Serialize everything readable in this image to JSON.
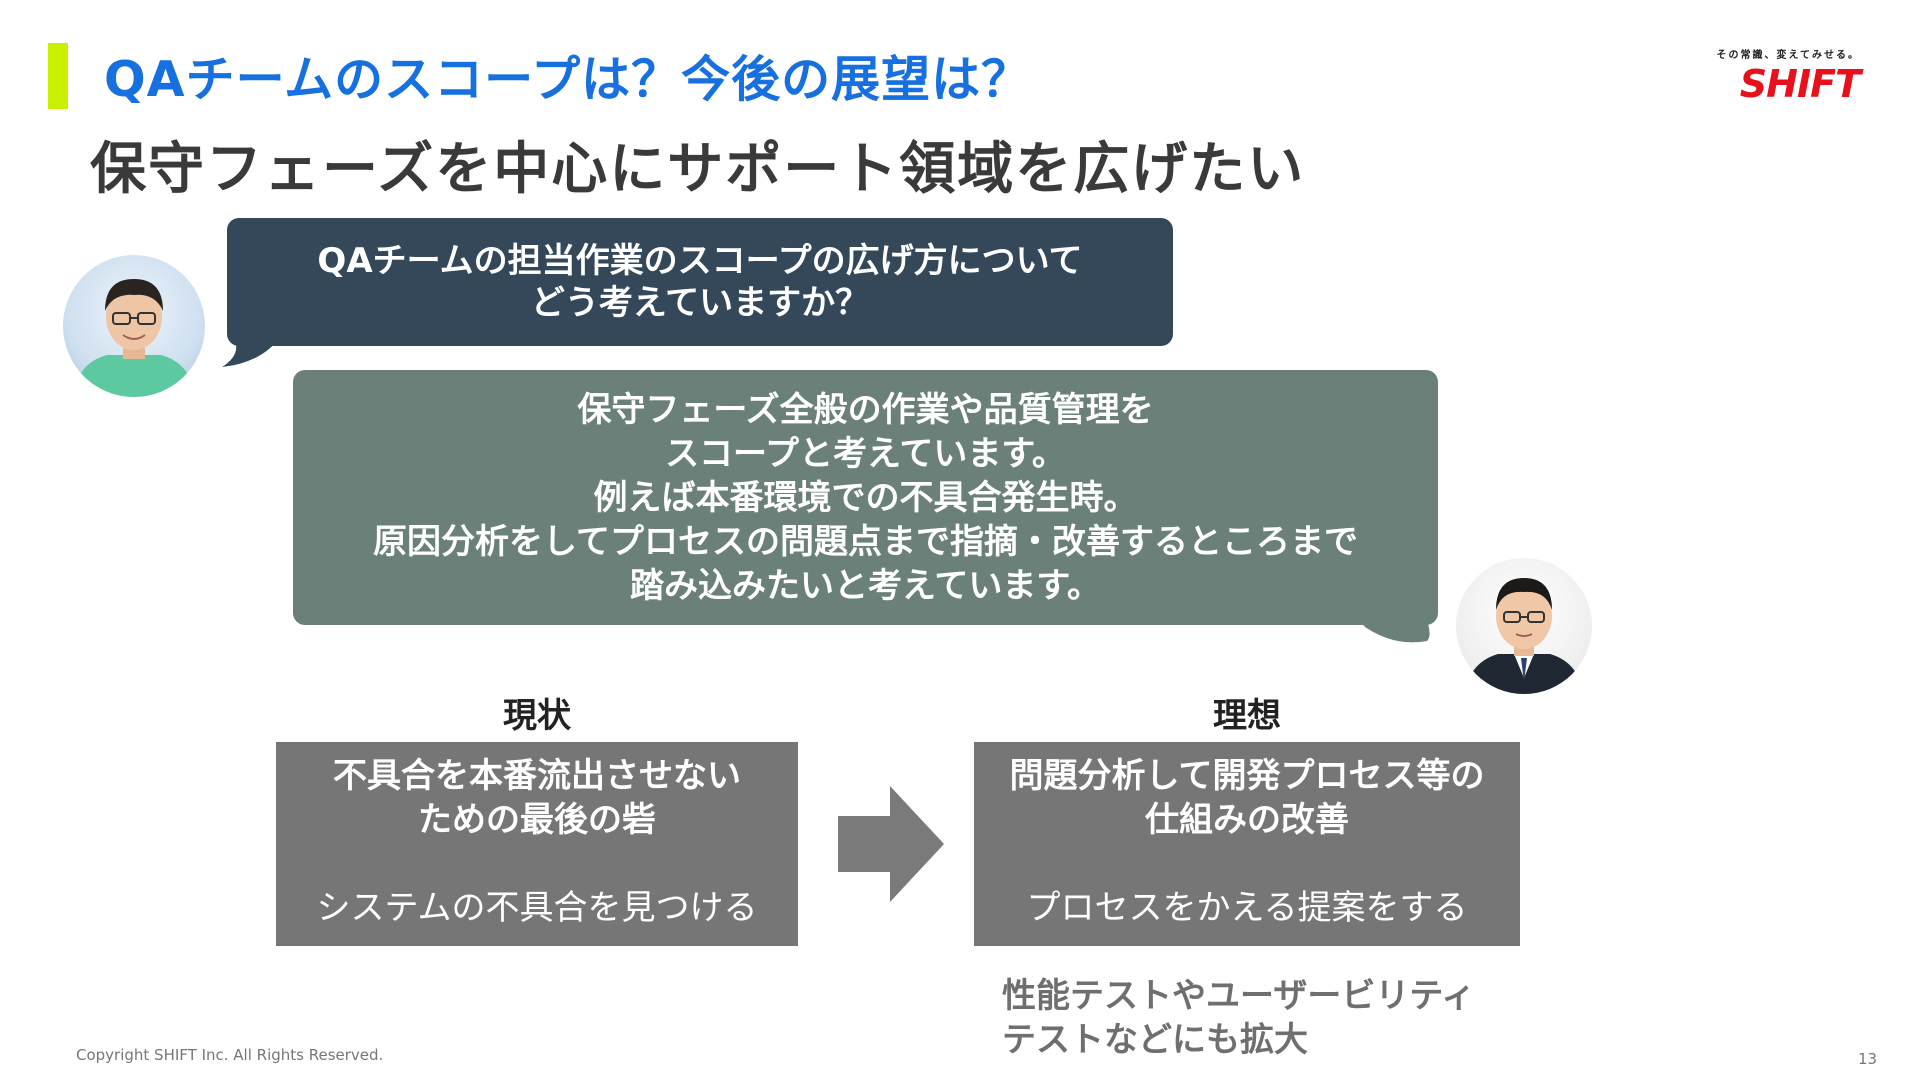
{
  "header": {
    "title": "QAチームのスコープは？今後の展望は？",
    "subtitle": "保守フェーズを中心にサポート領域を広げたい"
  },
  "logo": {
    "tagline": "その常識、変えてみせる。",
    "wordmark": "SHIFT",
    "color": "#e8101b"
  },
  "conversation": {
    "question_lines": [
      "QAチームの担当作業のスコープの広げ方について",
      "どう考えていますか？"
    ],
    "answer_lines": [
      "保守フェーズ全般の作業や品質管理を",
      "スコープと考えています。",
      "例えば本番環境での不具合発生時。",
      "原因分析をしてプロセスの問題点まで指摘・改善するところまで",
      "踏み込みたいと考えています。"
    ]
  },
  "comparison": {
    "current": {
      "label": "現状",
      "title_lines": [
        "不具合を本番流出させない",
        "ための最後の砦"
      ],
      "sub": "システムの不具合を見つける"
    },
    "ideal": {
      "label": "理想",
      "title_lines": [
        "問題分析して開発プロセス等の",
        "仕組みの改善"
      ],
      "sub": "プロセスをかえる提案をする"
    },
    "note_lines": [
      "性能テストやユーザービリティ",
      "テストなどにも拡大"
    ]
  },
  "footer": {
    "copyright": "Copyright SHIFT Inc. All Rights Reserved.",
    "page_number": "13"
  },
  "colors": {
    "accent_bar": "#c8f000",
    "title_blue": "#1670e0",
    "question_bubble": "#344859",
    "answer_bubble": "#6b8078",
    "box_gray": "#767676"
  }
}
